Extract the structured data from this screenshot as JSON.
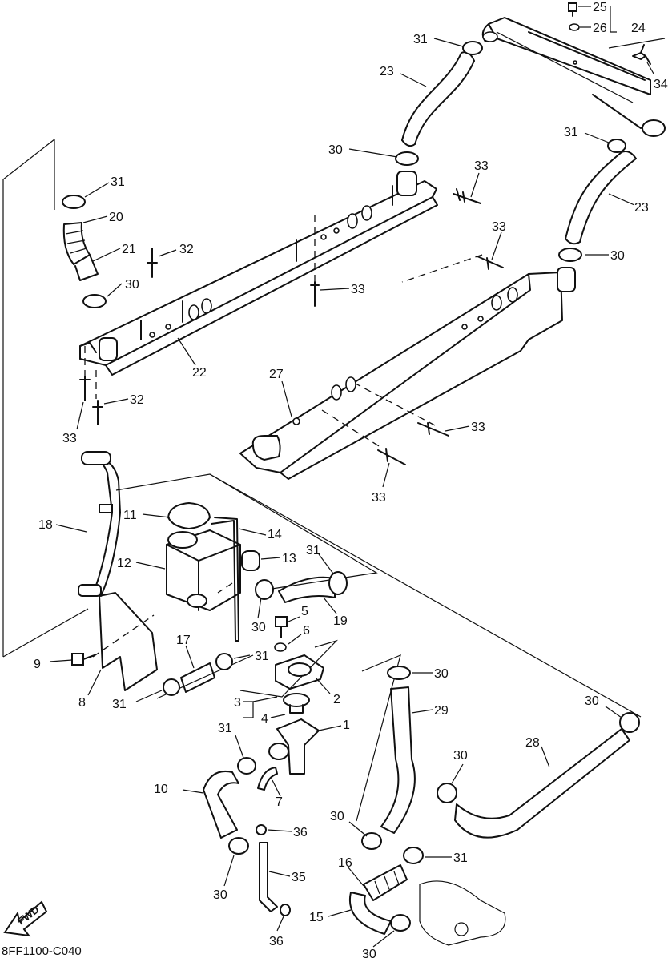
{
  "diagram_code": "8FF1100-C040",
  "fwd_label": "FWD",
  "callouts": [
    {
      "id": "c25a",
      "text": "25"
    },
    {
      "id": "c26a",
      "text": "26"
    },
    {
      "id": "c24",
      "text": "24"
    },
    {
      "id": "c31a",
      "text": "31"
    },
    {
      "id": "c34",
      "text": "34"
    },
    {
      "id": "c23a",
      "text": "23"
    },
    {
      "id": "c31b",
      "text": "31"
    },
    {
      "id": "c30a",
      "text": "30"
    },
    {
      "id": "c33a",
      "text": "33"
    },
    {
      "id": "c23b",
      "text": "23"
    },
    {
      "id": "c31c",
      "text": "31"
    },
    {
      "id": "c20",
      "text": "20"
    },
    {
      "id": "c21",
      "text": "21"
    },
    {
      "id": "c32a",
      "text": "32"
    },
    {
      "id": "c30b",
      "text": "30"
    },
    {
      "id": "c33b",
      "text": "33"
    },
    {
      "id": "c33c",
      "text": "33"
    },
    {
      "id": "c30c",
      "text": "30"
    },
    {
      "id": "c22",
      "text": "22"
    },
    {
      "id": "c32b",
      "text": "32"
    },
    {
      "id": "c33d",
      "text": "33"
    },
    {
      "id": "c27",
      "text": "27"
    },
    {
      "id": "c33e",
      "text": "33"
    },
    {
      "id": "c33f",
      "text": "33"
    },
    {
      "id": "c18",
      "text": "18"
    },
    {
      "id": "c11",
      "text": "11"
    },
    {
      "id": "c14",
      "text": "14"
    },
    {
      "id": "c12",
      "text": "12"
    },
    {
      "id": "c13",
      "text": "13"
    },
    {
      "id": "c31d",
      "text": "31"
    },
    {
      "id": "c19",
      "text": "19"
    },
    {
      "id": "c30d",
      "text": "30"
    },
    {
      "id": "c5",
      "text": "5"
    },
    {
      "id": "c6",
      "text": "6"
    },
    {
      "id": "c9",
      "text": "9"
    },
    {
      "id": "c17",
      "text": "17"
    },
    {
      "id": "c31e",
      "text": "31"
    },
    {
      "id": "c2",
      "text": "2"
    },
    {
      "id": "c8",
      "text": "8"
    },
    {
      "id": "c31f",
      "text": "31"
    },
    {
      "id": "c3",
      "text": "3"
    },
    {
      "id": "c4",
      "text": "4"
    },
    {
      "id": "c1",
      "text": "1"
    },
    {
      "id": "c30e",
      "text": "30"
    },
    {
      "id": "c29",
      "text": "29"
    },
    {
      "id": "c30f",
      "text": "30"
    },
    {
      "id": "c31g",
      "text": "31"
    },
    {
      "id": "c28",
      "text": "28"
    },
    {
      "id": "c30g",
      "text": "30"
    },
    {
      "id": "c10",
      "text": "10"
    },
    {
      "id": "c7",
      "text": "7"
    },
    {
      "id": "c36a",
      "text": "36"
    },
    {
      "id": "c30h",
      "text": "30"
    },
    {
      "id": "c31h",
      "text": "31"
    },
    {
      "id": "c16",
      "text": "16"
    },
    {
      "id": "c35",
      "text": "35"
    },
    {
      "id": "c30i",
      "text": "30"
    },
    {
      "id": "c15",
      "text": "15"
    },
    {
      "id": "c36b",
      "text": "36"
    },
    {
      "id": "c30j",
      "text": "30"
    }
  ]
}
